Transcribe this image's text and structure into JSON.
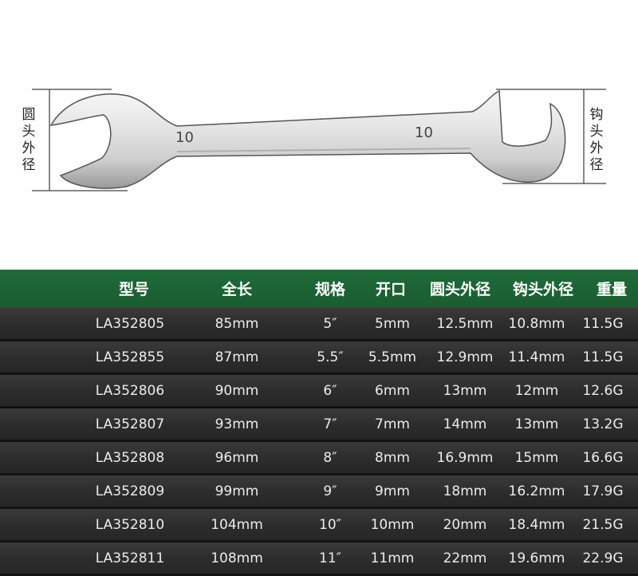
{
  "image": {
    "wrench_marks": [
      "10",
      "10"
    ],
    "left_dimension_label": [
      "圆",
      "头",
      "外",
      "径"
    ],
    "right_dimension_label": [
      "钩",
      "头",
      "外",
      "径"
    ]
  },
  "table": {
    "headers": [
      "型号",
      "全长",
      "规格",
      "开口",
      "圆头外径",
      "钩头外径",
      "重量"
    ],
    "rows": [
      [
        "LA352805",
        "85mm",
        "5″",
        "5mm",
        "12.5mm",
        "10.8mm",
        "11.5G"
      ],
      [
        "LA352855",
        "87mm",
        "5.5″",
        "5.5mm",
        "12.9mm",
        "11.4mm",
        "11.5G"
      ],
      [
        "LA352806",
        "90mm",
        "6″",
        "6mm",
        "13mm",
        "12mm",
        "12.6G"
      ],
      [
        "LA352807",
        "93mm",
        "7″",
        "7mm",
        "14mm",
        "13mm",
        "13.2G"
      ],
      [
        "LA352808",
        "96mm",
        "8″",
        "8mm",
        "16.9mm",
        "15mm",
        "16.6G"
      ],
      [
        "LA352809",
        "99mm",
        "9″",
        "9mm",
        "18mm",
        "16.2mm",
        "17.9G"
      ],
      [
        "LA352810",
        "104mm",
        "10″",
        "10mm",
        "20mm",
        "18.4mm",
        "21.5G"
      ],
      [
        "LA352811",
        "108mm",
        "11″",
        "11mm",
        "22mm",
        "19.6mm",
        "22.9G"
      ]
    ]
  },
  "colors": {
    "header_green": "#1f6b39",
    "row_dark": "#2b2b2b",
    "spec_column": "#000000"
  }
}
